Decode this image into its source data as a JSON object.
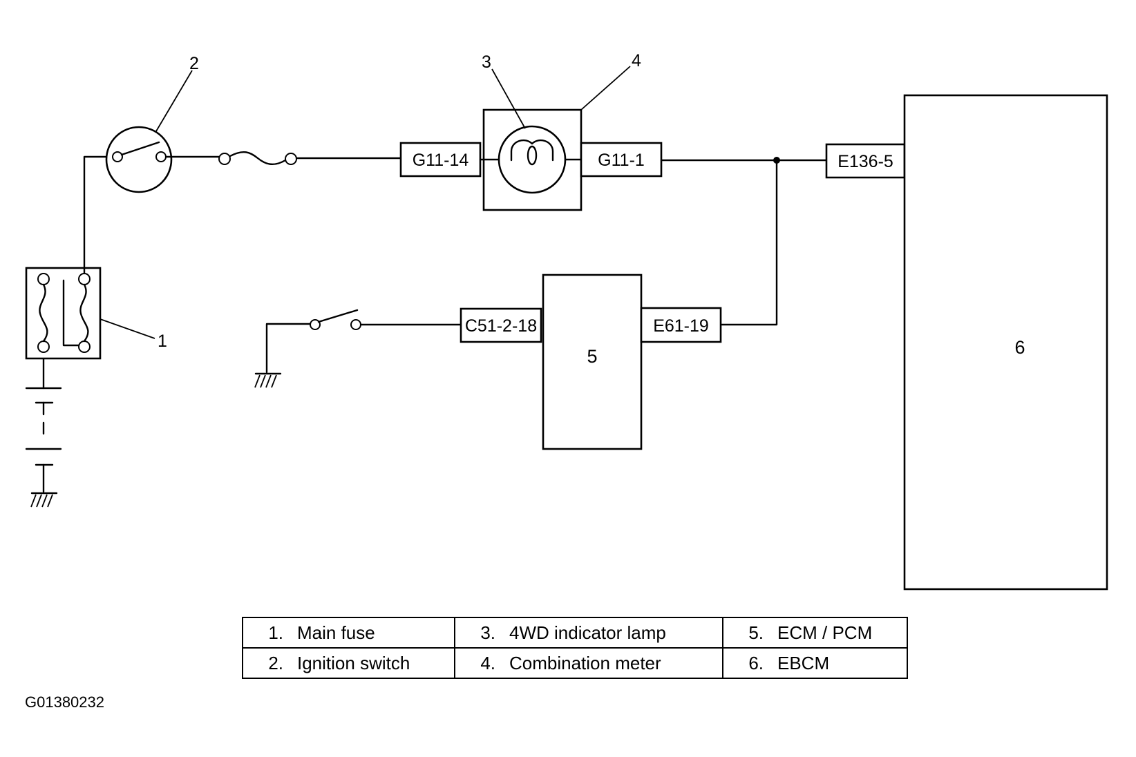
{
  "callouts": {
    "main_fuse": "1",
    "ignition_switch": "2",
    "indicator_lamp": "3",
    "combination_meter": "4",
    "ecm_pcm": "5",
    "ebcm": "6"
  },
  "connectors": {
    "g11_14": "G11-14",
    "g11_1": "G11-1",
    "e136_5": "E136-5",
    "c51_2_18": "C51-2-18",
    "e61_19": "E61-19"
  },
  "legend": [
    [
      {
        "num": "1.",
        "label": "Main fuse"
      },
      {
        "num": "3.",
        "label": "4WD indicator lamp"
      },
      {
        "num": "5.",
        "label": "ECM / PCM"
      }
    ],
    [
      {
        "num": "2.",
        "label": "Ignition switch"
      },
      {
        "num": "4.",
        "label": "Combination meter"
      },
      {
        "num": "6.",
        "label": "EBCM"
      }
    ]
  ],
  "figure_code": "G01380232"
}
